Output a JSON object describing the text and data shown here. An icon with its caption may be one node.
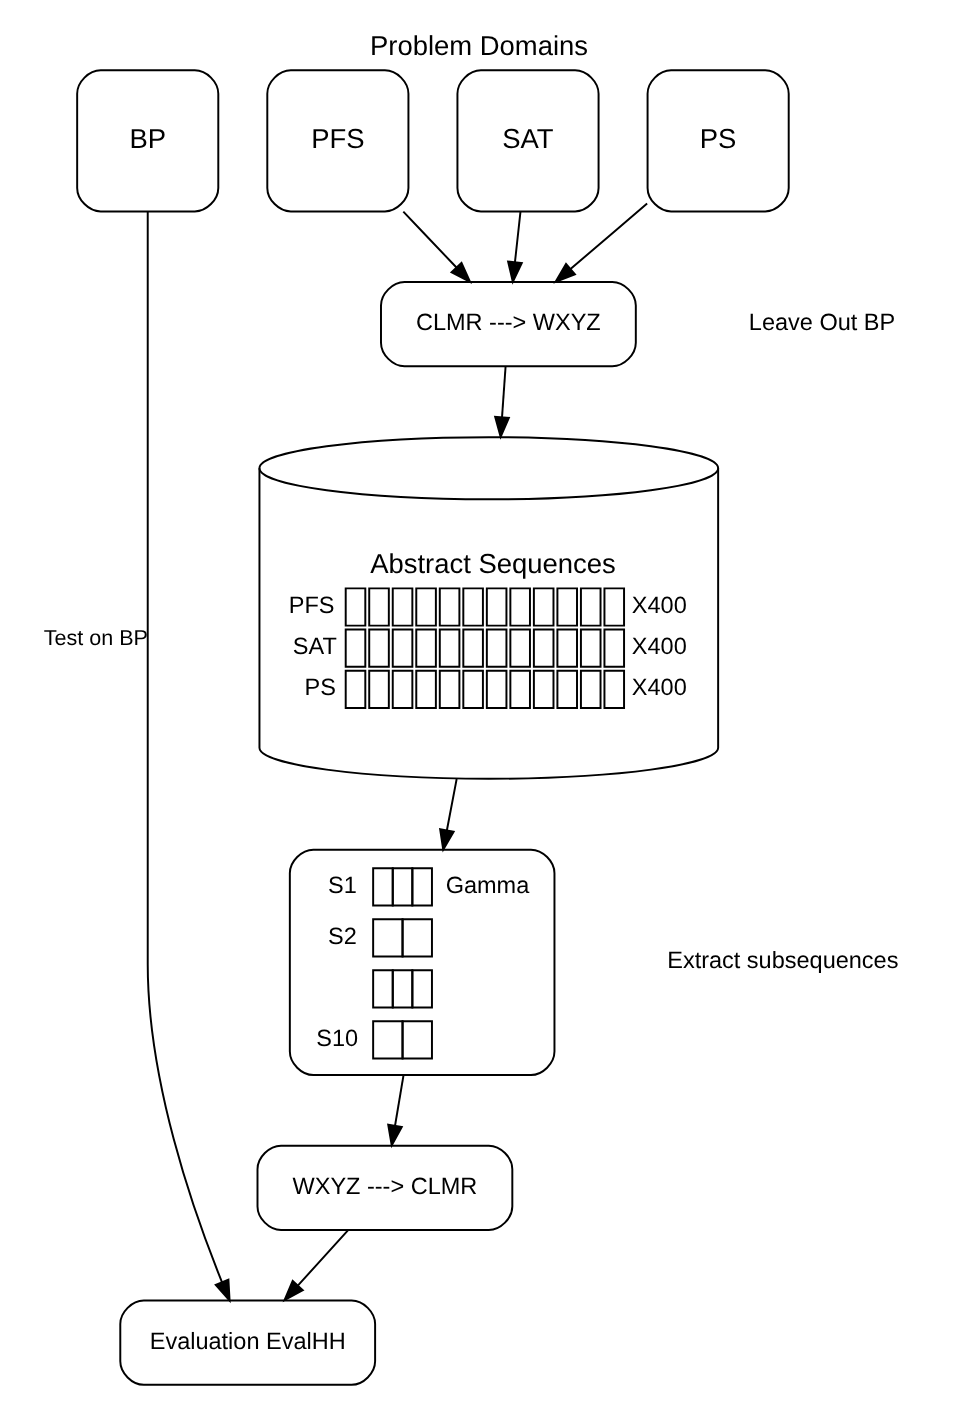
{
  "diagram": {
    "title": "Problem Domains",
    "nodes": [
      {
        "text": [
          "BP"
        ]
      },
      {
        "text": [
          "PFS"
        ]
      },
      {
        "text": [
          "SAT"
        ]
      },
      {
        "text": [
          "PS"
        ]
      },
      {
        "text": [
          "CLMR ---> WXYZ"
        ]
      },
      {
        "text": [
          "Abstract Sequences",
          "PFS",
          "X400",
          "SAT",
          "X400",
          "PS",
          "X400"
        ]
      },
      {
        "text": [
          "S1",
          "Gamma",
          "S2",
          "S10"
        ]
      },
      {
        "text": [
          "WXYZ ---> CLMR"
        ]
      },
      {
        "text": [
          "Evaluation EvalHH"
        ]
      }
    ],
    "edges": [
      {
        "from": 1,
        "to": 4,
        "arrow": "to"
      },
      {
        "from": 2,
        "to": 4,
        "arrow": "to"
      },
      {
        "from": 3,
        "to": 4,
        "arrow": "to"
      },
      {
        "from": 4,
        "to": 5,
        "arrow": "to"
      },
      {
        "from": 5,
        "to": 6,
        "arrow": "to"
      },
      {
        "from": 6,
        "to": 7,
        "arrow": "to"
      },
      {
        "from": 7,
        "to": 8,
        "arrow": "to"
      },
      {
        "from": 0,
        "to": 8,
        "arrow": "to",
        "label": "Test on BP"
      }
    ],
    "labels": [
      "Leave Out BP",
      "Extract subsequences"
    ]
  }
}
